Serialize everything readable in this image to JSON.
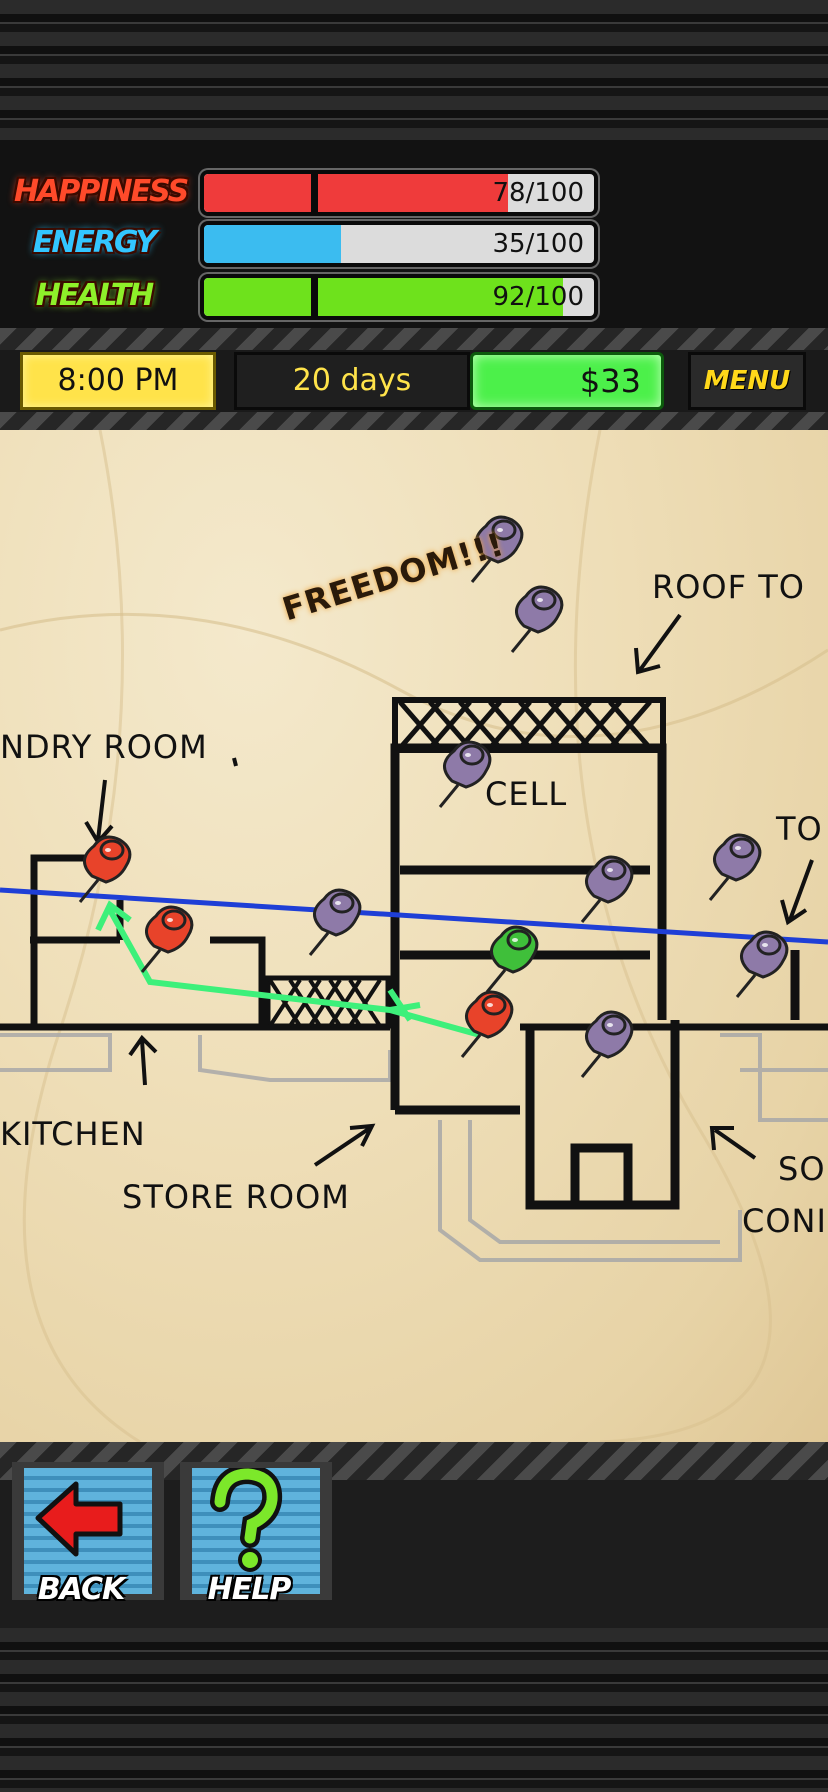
{
  "stats": {
    "happiness": {
      "label": "HAPPINESS",
      "value": 78,
      "max": 100,
      "text": "78/100",
      "color": "#ef3b3b",
      "label_color": "#ff4a2a"
    },
    "energy": {
      "label": "ENERGY",
      "value": 35,
      "max": 100,
      "text": "35/100",
      "color": "#3bbcf0",
      "label_color": "#33c6ff"
    },
    "health": {
      "label": "HEALTH",
      "value": 92,
      "max": 100,
      "text": "92/100",
      "color": "#6ee21c",
      "label_color": "#8ef02a"
    }
  },
  "info": {
    "time": "8:00 PM",
    "days": "20 days",
    "money": "$33",
    "menu": "MENU"
  },
  "map": {
    "labels": {
      "freedom": "FREEDOM!!!",
      "roof_top": "ROOF TO",
      "laundry": "NDRY ROOM",
      "cell": "CELL",
      "to": "TO",
      "kitchen": "KITCHEN",
      "store_room": "STORE ROOM",
      "so": "SO",
      "con": "CONI"
    }
  },
  "buttons": {
    "back": "BACK",
    "help": "HELP"
  },
  "colors": {
    "pin_red": "#e8432a",
    "pin_purple": "#8e7aa8",
    "pin_green": "#3fbf3a",
    "route_green": "#3df07a",
    "route_blue": "#1f3fd6",
    "paper": "#efdfb9"
  }
}
